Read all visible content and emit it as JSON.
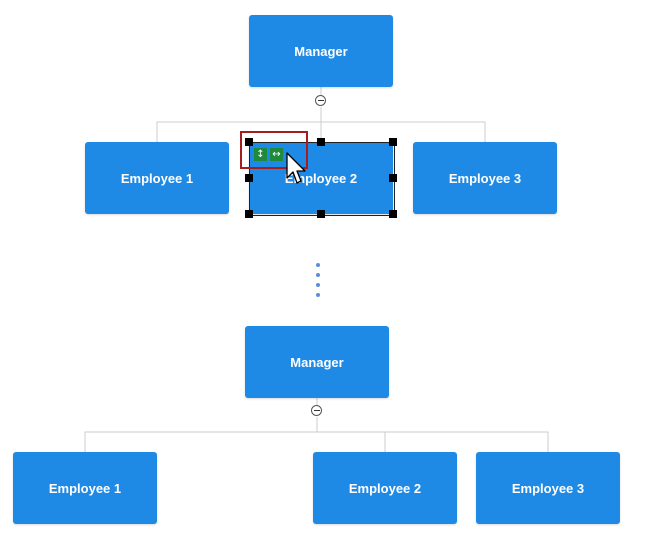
{
  "diagram_top": {
    "manager": "Manager",
    "employees": [
      "Employee 1",
      "Employee 2",
      "Employee 3"
    ],
    "collapse_icon": "minus-circle-icon"
  },
  "diagram_bottom": {
    "manager": "Manager",
    "employees": [
      "Employee 1",
      "Employee 2",
      "Employee 3"
    ],
    "collapse_icon": "minus-circle-icon"
  },
  "selection": {
    "selected_node": "Employee 2",
    "tool_icons": [
      "vertical-resize-icon",
      "horizontal-resize-icon"
    ],
    "cursor_icon": "mouse-pointer-icon"
  },
  "colors": {
    "node_fill": "#1e8ae6",
    "node_text": "#ffffff",
    "connector": "#cccccc",
    "highlight_border": "#a51d1d",
    "tool_icon_fill": "#1e8a3c",
    "ellipsis": "#5b8ed6"
  }
}
